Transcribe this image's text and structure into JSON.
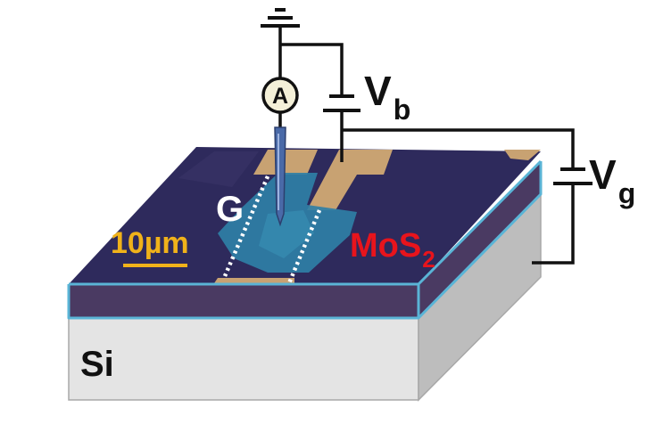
{
  "labels": {
    "ammeter": "A",
    "bias_voltage": "V",
    "bias_voltage_sub": "b",
    "gate_voltage": "V",
    "gate_voltage_sub": "g",
    "graphene": "G",
    "mos2": "MoS",
    "mos2_sub": "2",
    "scale_bar": "10µm",
    "substrate": "Si"
  },
  "colors": {
    "oxide_top": "#2e2a5c",
    "oxide_side": "#4a3a62",
    "outline": "#5ab4d6",
    "gold": "#c8a272",
    "mos2_flake": "#2f7fa6",
    "silicon_front": "#e4e4e4",
    "silicon_side": "#bdbdbd",
    "wire": "#111111",
    "label_white": "#ffffff",
    "label_red": "#e8141c",
    "label_orange": "#f0b21a",
    "label_black": "#111111",
    "tip": "#4a6aa8"
  }
}
